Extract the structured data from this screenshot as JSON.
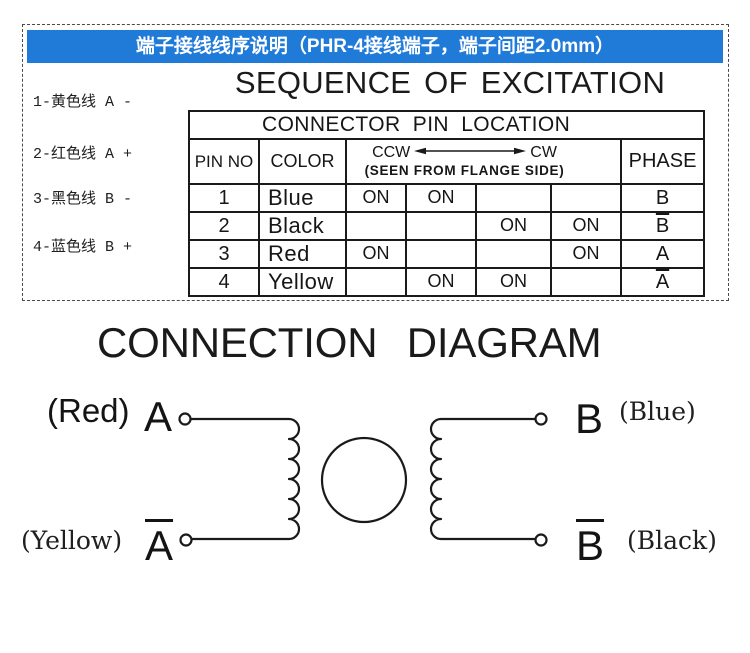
{
  "header": {
    "title": "端子接线线序说明（PHR-4接线端子，端子间距2.0mm）"
  },
  "wire_legend": [
    "1-黄色线 A -",
    "2-红色线 A +",
    "3-黑色线 B -",
    "4-蓝色线 B +"
  ],
  "excitation": {
    "title": "SEQUENCE OF EXCITATION",
    "table": {
      "group_header": "CONNECTOR PIN LOCATION",
      "col_pin": "PIN NO",
      "col_color": "COLOR",
      "direction_ccw": "CCW",
      "direction_cw": "CW",
      "direction_note": "(SEEN FROM FLANGE SIDE)",
      "col_phase": "PHASE",
      "rows": [
        {
          "pin": "1",
          "color": "Blue",
          "steps": [
            "ON",
            "ON",
            "",
            ""
          ],
          "phase": "B",
          "phase_bar": false
        },
        {
          "pin": "2",
          "color": "Black",
          "steps": [
            "",
            "",
            "ON",
            "ON"
          ],
          "phase": "B",
          "phase_bar": true
        },
        {
          "pin": "3",
          "color": "Red",
          "steps": [
            "ON",
            "",
            "",
            "ON"
          ],
          "phase": "A",
          "phase_bar": false
        },
        {
          "pin": "4",
          "color": "Yellow",
          "steps": [
            "",
            "ON",
            "ON",
            ""
          ],
          "phase": "A",
          "phase_bar": true
        }
      ]
    }
  },
  "connection": {
    "title": "CONNECTION DIAGRAM",
    "terminals": {
      "a": {
        "wire": "(Red)",
        "phase": "A",
        "bar": false
      },
      "a_bar": {
        "wire": "(Yellow)",
        "phase": "A",
        "bar": true
      },
      "b": {
        "wire": "(Blue)",
        "phase": "B",
        "bar": false
      },
      "b_bar": {
        "wire": "(Black)",
        "phase": "B",
        "bar": true
      }
    }
  },
  "colors": {
    "header_bg": "#1f7ad8",
    "header_text": "#ffffff",
    "line": "#1a1a1a"
  }
}
